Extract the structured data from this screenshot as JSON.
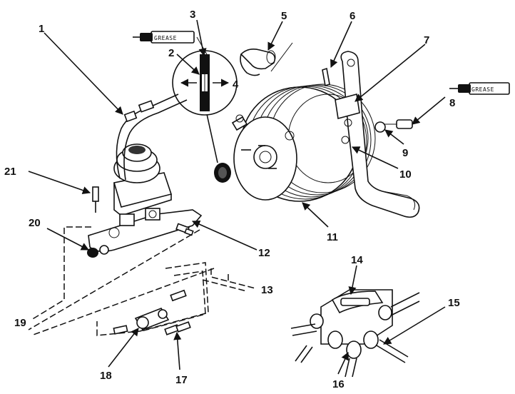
{
  "grease_label": "GREASE",
  "callouts": [
    "1",
    "2",
    "3",
    "4",
    "5",
    "6",
    "7",
    "8",
    "9",
    "10",
    "11",
    "12",
    "13",
    "14",
    "15",
    "16",
    "17",
    "18",
    "19",
    "20",
    "21"
  ]
}
